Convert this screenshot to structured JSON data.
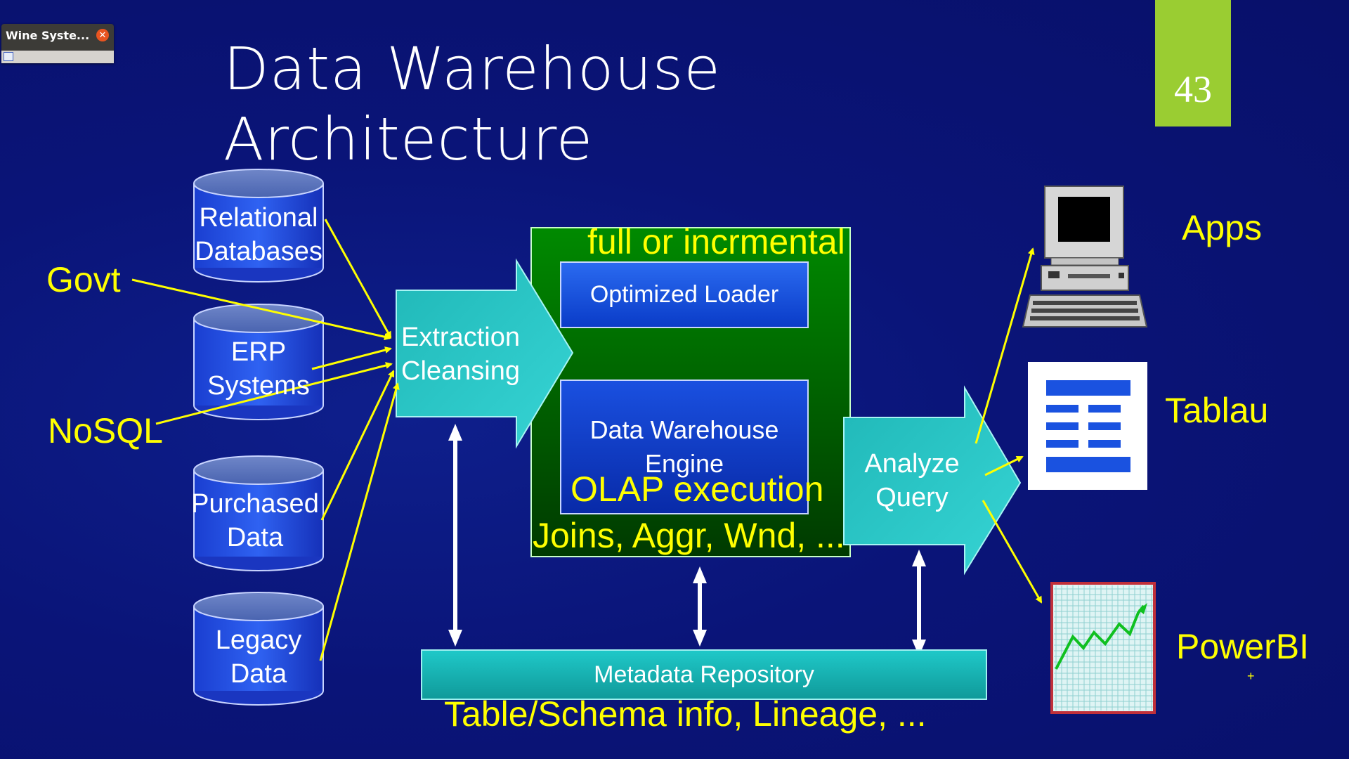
{
  "window": {
    "title": "Wine Syste...",
    "close_icon": "close-icon"
  },
  "slide": {
    "title_line1": "Data Warehouse",
    "title_line2": "Architecture",
    "number": "43"
  },
  "sources": [
    {
      "line1": "Relational",
      "line2": "Databases"
    },
    {
      "line1": "ERP",
      "line2": "Systems"
    },
    {
      "line1": "Purchased",
      "line2": "Data"
    },
    {
      "line1": "Legacy",
      "line2": "Data"
    }
  ],
  "external_sources": {
    "govt": "Govt",
    "nosql": "NoSQL"
  },
  "extraction": {
    "line1": "Extraction",
    "line2": "Cleansing"
  },
  "warehouse": {
    "annotation_top": "full or incrmental",
    "loader": "Optimized Loader",
    "engine_line1": "Data Warehouse",
    "engine_line2": "Engine",
    "olap": "OLAP execution",
    "ops": "Joins, Aggr, Wnd, ..."
  },
  "analyze": {
    "line1": "Analyze",
    "line2": "Query"
  },
  "metadata": {
    "label": "Metadata Repository",
    "annotation": "Table/Schema info, Lineage, ..."
  },
  "outputs": [
    {
      "label": "Apps",
      "icon": "computer-icon"
    },
    {
      "label": "Tablau",
      "icon": "report-icon"
    },
    {
      "label": "PowerBI",
      "icon": "line-chart-icon"
    }
  ],
  "extra_mark": "+",
  "colors": {
    "background": "#0a1478",
    "annotation": "#ffff00",
    "accent": "#9acd32",
    "teal": "#20c0c0",
    "green_panel": "#007800"
  }
}
